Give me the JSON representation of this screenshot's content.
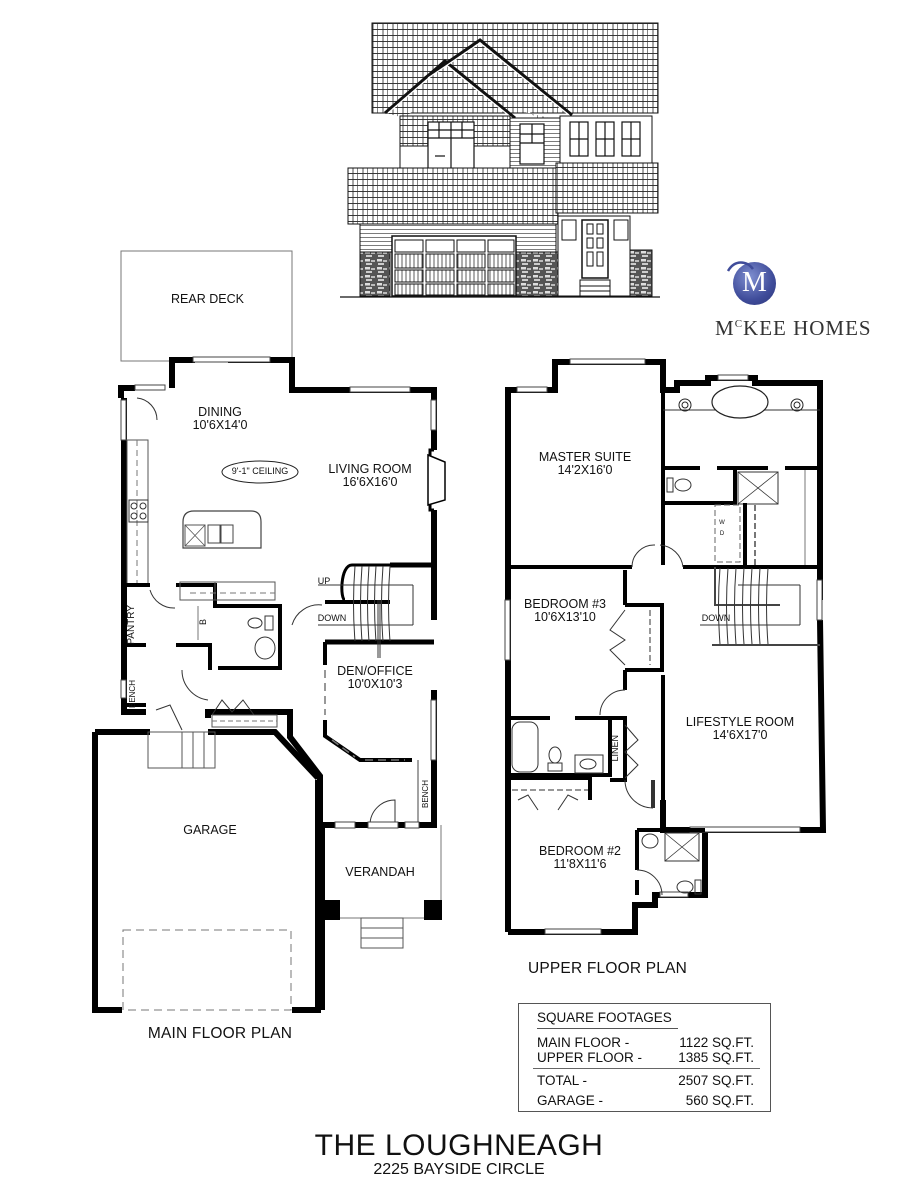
{
  "brand": {
    "logo_letter": "M",
    "name_prefix": "M",
    "name_sup": "C",
    "name_rest": "KEE HOMES",
    "logo_color": "#3f4c9a",
    "text_color": "#333333"
  },
  "elevation": {
    "label": "front-elevation-drawing"
  },
  "main_floor": {
    "title": "MAIN FLOOR PLAN",
    "rooms": {
      "rear_deck": {
        "name": "REAR DECK"
      },
      "dining": {
        "name": "DINING",
        "dim": "10'6X14'0"
      },
      "living_room": {
        "name": "LIVING ROOM",
        "dim": "16'6X16'0"
      },
      "ceiling_note": "9'-1\" CEILING",
      "pantry": {
        "name": "PANTRY"
      },
      "b_label": "B",
      "bench_1": "BENCH",
      "bench_2": "BENCH",
      "den_office": {
        "name": "DEN/OFFICE",
        "dim": "10'0X10'3"
      },
      "stair_up": "UP",
      "stair_down": "DOWN",
      "garage": {
        "name": "GARAGE"
      },
      "verandah": {
        "name": "VERANDAH"
      }
    }
  },
  "upper_floor": {
    "title": "UPPER FLOOR PLAN",
    "rooms": {
      "master_suite": {
        "name": "MASTER SUITE",
        "dim": "14'2X16'0"
      },
      "bedroom_3": {
        "name": "BEDROOM #3",
        "dim": "10'6X13'10"
      },
      "lifestyle_room": {
        "name": "LIFESTYLE ROOM",
        "dim": "14'6X17'0"
      },
      "bedroom_2": {
        "name": "BEDROOM #2",
        "dim": "11'8X11'6"
      },
      "linen": "LINEN",
      "stair_down": "DOWN",
      "w_label": "W",
      "d_label": "D"
    }
  },
  "square_footages": {
    "title": "SQUARE FOOTAGES",
    "rows": [
      {
        "label": "MAIN FLOOR -",
        "value": "1122 SQ.FT."
      },
      {
        "label": "UPPER FLOOR -",
        "value": "1385 SQ.FT."
      },
      {
        "label": "TOTAL  -",
        "value": "2507 SQ.FT."
      },
      {
        "label": "GARAGE -",
        "value": "560 SQ.FT."
      }
    ]
  },
  "footer": {
    "title": "THE LOUGHNEAGH",
    "address": "2225 BAYSIDE CIRCLE"
  }
}
